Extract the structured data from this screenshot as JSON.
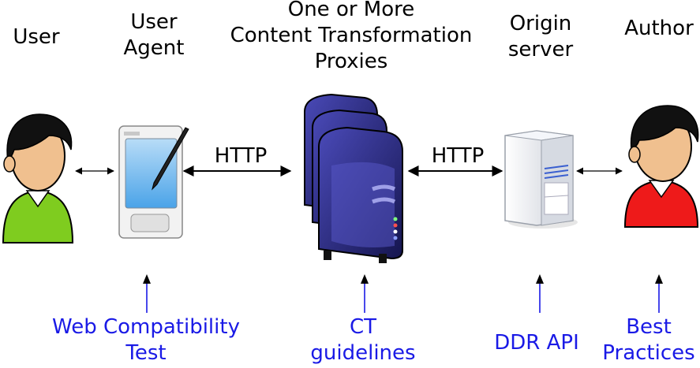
{
  "top_labels": {
    "user": "User",
    "user_agent": "User\nAgent",
    "proxies": "One or More\nContent Transformation\nProxies",
    "origin_server": "Origin\nserver",
    "author": "Author"
  },
  "protocol_labels": {
    "left": "HTTP",
    "right": "HTTP"
  },
  "bottom_labels": {
    "web_compat": "Web Compatibility\nTest",
    "ct_guidelines": "CT\nguidelines",
    "ddr_api": "DDR API",
    "best_practices": "Best\nPractices"
  },
  "colors": {
    "annotation_text": "#1a1ae6",
    "annotation_arrow": "#1a1ae6",
    "user_shirt": "#7fcc1f",
    "author_shirt": "#ee1a1a",
    "server_purple": "#3a3a9a"
  },
  "icons": [
    "user-person-icon",
    "pda-icon",
    "proxy-servers-icon",
    "origin-server-icon",
    "author-person-icon"
  ]
}
